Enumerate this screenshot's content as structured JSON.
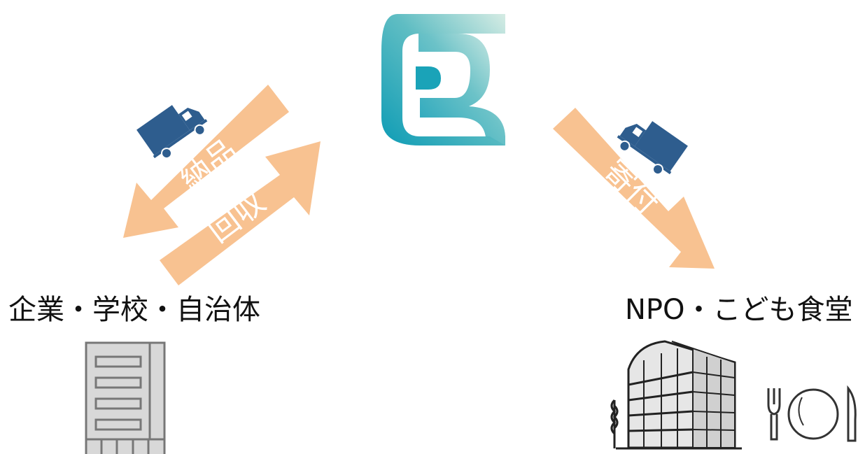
{
  "diagram": {
    "nodes": {
      "left": {
        "label": "企業・学校・自治体"
      },
      "right": {
        "label": "NPO・こども食堂"
      }
    },
    "edges": [
      {
        "label": "納品",
        "from": "hub",
        "to": "left"
      },
      {
        "label": "回収",
        "from": "left",
        "to": "hub"
      },
      {
        "label": "寄付",
        "from": "hub",
        "to": "right"
      }
    ]
  },
  "colors": {
    "arrow": "#f8c291",
    "arrow_text": "#ffffff",
    "truck": "#2e5d8e",
    "logo_teal": "#1aa3b8",
    "logo_light": "#bfe3da",
    "building_gray": "#8a8a8a",
    "building_fill": "#d8d8d8"
  },
  "icons": [
    "logo-icon",
    "truck-icon",
    "office-building-icon",
    "modern-building-icon",
    "tree-icon",
    "fork-icon",
    "plate-icon",
    "knife-icon"
  ]
}
